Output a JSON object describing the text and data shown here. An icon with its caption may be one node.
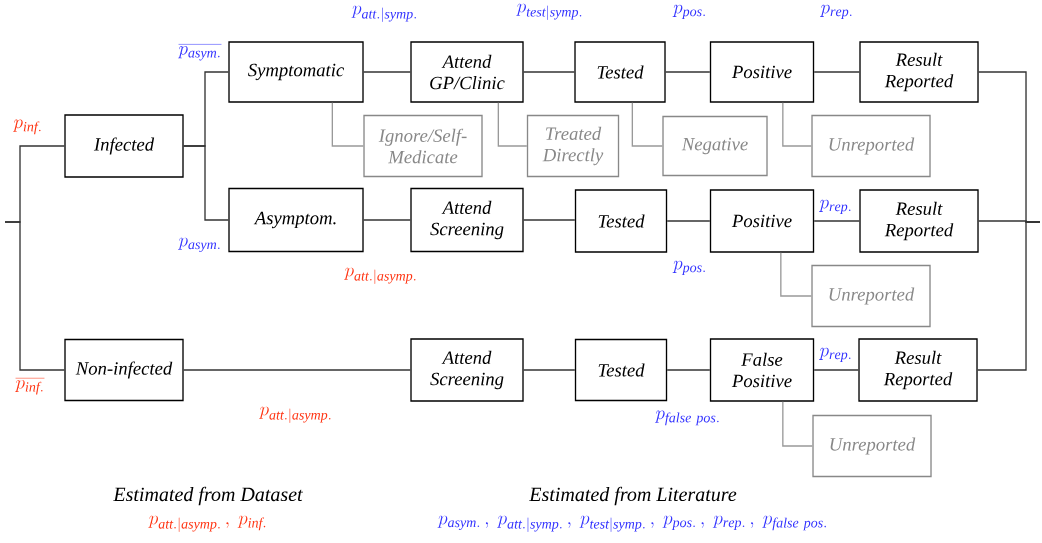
{
  "diagram": {
    "nodes": [
      {
        "text": [
          "Infected"
        ]
      },
      {
        "text": [
          "Symptomatic"
        ]
      },
      {
        "text": [
          "Attend GP/Clinic"
        ]
      },
      {
        "text": [
          "Tested"
        ]
      },
      {
        "text": [
          "Positive"
        ]
      },
      {
        "text": [
          "Result Reported"
        ]
      },
      {
        "text": [
          "Ignore/Self-Medicate"
        ]
      },
      {
        "text": [
          "Treated Directly"
        ]
      },
      {
        "text": [
          "Negative"
        ]
      },
      {
        "text": [
          "Unreported"
        ]
      },
      {
        "text": [
          "Asymptom."
        ]
      },
      {
        "text": [
          "Attend Screening"
        ]
      },
      {
        "text": [
          "Tested"
        ]
      },
      {
        "text": [
          "Positive"
        ]
      },
      {
        "text": [
          "Result Reported"
        ]
      },
      {
        "text": [
          "Unreported"
        ]
      },
      {
        "text": [
          "Non-infected"
        ]
      },
      {
        "text": [
          "Attend Screening"
        ]
      },
      {
        "text": [
          "Tested"
        ]
      },
      {
        "text": [
          "False Positive"
        ]
      },
      {
        "text": [
          "Result Reported"
        ]
      },
      {
        "text": [
          "Unreported"
        ]
      }
    ],
    "edges": [
      {
        "from": null,
        "to": 0,
        "arrow": "none",
        "label": "p_{\\mathit{inf.}}"
      },
      {
        "from": null,
        "to": 16,
        "arrow": "none",
        "label": "\\overline{p_{\\mathit{inf.}}}"
      },
      {
        "from": 0,
        "to": 1,
        "arrow": "none",
        "label": "\\overline{p_{\\mathit{asym.}}}"
      },
      {
        "from": 0,
        "to": 10,
        "arrow": "none",
        "label": "p_{\\mathit{asym.}}"
      },
      {
        "from": 1,
        "to": 2,
        "arrow": "none",
        "label": "p_{\\mathit{att.|symp.}}"
      },
      {
        "from": 1,
        "to": 6,
        "arrow": "none",
        "color": "#999999"
      },
      {
        "from": 2,
        "to": 3,
        "arrow": "none",
        "label": "p_{\\mathit{test|symp.}}"
      },
      {
        "from": 2,
        "to": 7,
        "arrow": "none",
        "color": "#999999"
      },
      {
        "from": 3,
        "to": 4,
        "arrow": "none",
        "label": "p_{\\mathit{pos.}}"
      },
      {
        "from": 3,
        "to": 8,
        "arrow": "none",
        "color": "#999999"
      },
      {
        "from": 4,
        "to": 5,
        "arrow": "none",
        "label": "p_{\\mathit{rep.}}"
      },
      {
        "from": 4,
        "to": 9,
        "arrow": "none",
        "color": "#999999"
      },
      {
        "from": 10,
        "to": 11,
        "arrow": "none",
        "label": "p_{\\mathit{att.|asymp.}}"
      },
      {
        "from": 11,
        "to": 12,
        "arrow": "none"
      },
      {
        "from": 12,
        "to": 13,
        "arrow": "none",
        "label": "p_{\\mathit{pos.}}"
      },
      {
        "from": 13,
        "to": 14,
        "arrow": "none",
        "label": "p_{\\mathit{rep.}}"
      },
      {
        "from": 13,
        "to": 15,
        "arrow": "none",
        "color": "#999999"
      },
      {
        "from": 16,
        "to": 17,
        "arrow": "none",
        "label": "p_{\\mathit{att.|asymp.}}"
      },
      {
        "from": 17,
        "to": 18,
        "arrow": "none"
      },
      {
        "from": 18,
        "to": 19,
        "arrow": "none",
        "label": "p_{\\mathit{false\\ pos.}}"
      },
      {
        "from": 19,
        "to": 20,
        "arrow": "none",
        "label": "p_{\\mathit{rep.}}"
      },
      {
        "from": 19,
        "to": 21,
        "arrow": "none",
        "color": "#999999"
      },
      {
        "from": 5,
        "to": null,
        "arrow": "none"
      },
      {
        "from": 14,
        "to": null,
        "arrow": "none"
      },
      {
        "from": 20,
        "to": null,
        "arrow": "none"
      }
    ],
    "labels": [
      "Estimated from Dataset",
      "p_{\\mathit{att.|asymp.}}\\,,\\ p_{\\mathit{inf.}}",
      "Estimated from Literature",
      "p_{\\mathit{asym.}}\\,,\\ p_{\\mathit{att.|symp.}}\\,,\\ p_{\\mathit{test|symp.}}\\,,\\ p_{\\mathit{pos.}}\\,,\\ p_{\\mathit{rep.}}\\,,\\ p_{\\mathit{false\\ pos.}}"
    ]
  }
}
